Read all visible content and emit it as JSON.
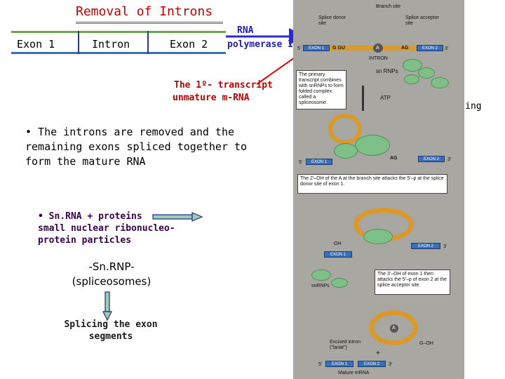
{
  "title": "Removal of Introns",
  "schematic": {
    "exon1": "Exon 1",
    "intron": "Intron",
    "exon2": "Exon 2"
  },
  "rna_pol": {
    "line1": "RNA",
    "line2": "polymerase II"
  },
  "transcript": {
    "line1": "The 1º- transcript",
    "line2": "unmature m-RNA"
  },
  "bullet1": {
    "line1": "• The introns are removed and the",
    "line2": "remaining exons spliced together to",
    "line3": "form the mature RNA"
  },
  "bullet2": {
    "line1": "• Sn.RNA + proteins",
    "line2": "small nuclear ribonucleo-",
    "line3": "protein particles"
  },
  "snrnp": {
    "line1": "-Sn.RNP-",
    "line2": "(spliceosomes)"
  },
  "splicing_exon": {
    "line1": "Splicing the exon",
    "line2": "segments"
  },
  "splicing": "Splicing",
  "figure": {
    "branch_site": "Branch site",
    "donor": "Splice donor site",
    "acceptor": "Splice acceptor site",
    "exon1": "EXON 1",
    "exon2": "EXON 2",
    "intron": "INTRON",
    "five_prime": "5'",
    "three_prime": "3'",
    "g_gu": "G GU",
    "a": "A",
    "ag": "AG",
    "snrnps": "sn RNPs",
    "snrnps2": "snRNPs",
    "atp": "ATP",
    "note1": "The primary transcript combines with snRNPs to form folded complex called a spliceosome.",
    "note2": "The 2'–OH of the A at the branch site attacks the 5'–p at the splice donor site of exon 1.",
    "note3": "The 3'–OH of exon 1 then attacks the 5'–p of exon 2 at the splice acceptor site.",
    "oh": "OH",
    "excised": "Excised intron (\"lariat\")",
    "mature": "Mature mRNA",
    "g_oh": "G–OH",
    "plus": "+"
  }
}
